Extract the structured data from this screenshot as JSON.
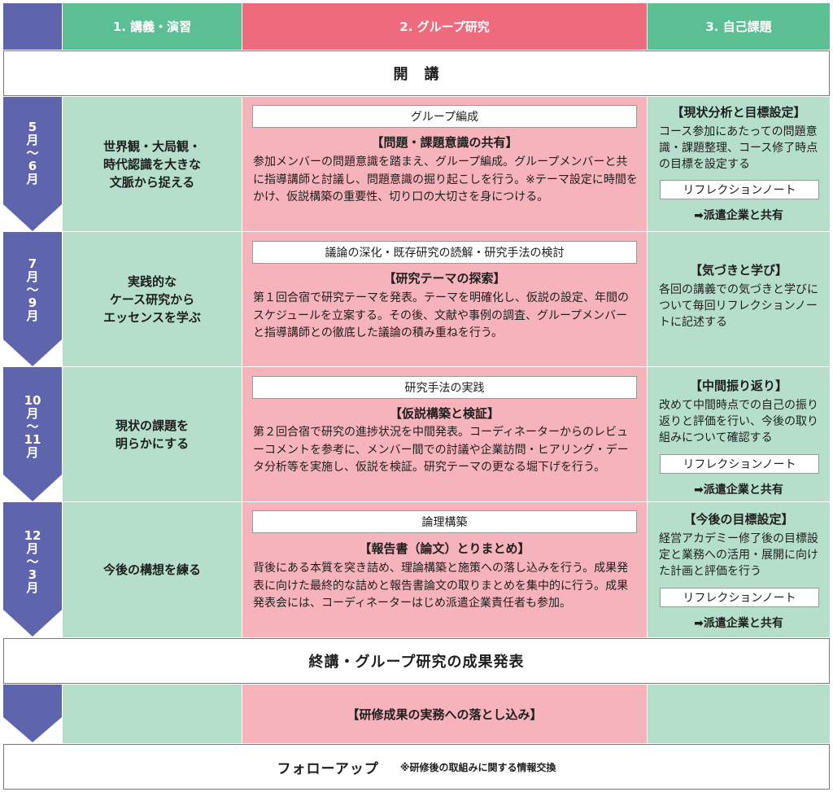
{
  "headers": {
    "col1": "1. 講義・演習",
    "col2": "2. グループ研究",
    "col3": "3. 自己課題"
  },
  "opening": "開　講",
  "closing": "終講・グループ研究の成果発表",
  "followup": {
    "title": "フォローアップ",
    "note": "※研修後の取組みに関する情報交換"
  },
  "reflection_label": "リフレクションノート",
  "share_label": "➡派遣企業と共有",
  "periods": [
    {
      "month": "5月〜6月",
      "month_lines": [
        "5",
        "月",
        "〜",
        "6",
        "月"
      ],
      "lecture": "世界観・大局観・\n時代認識を大きな\n文脈から捉える",
      "group_box": "グループ編成",
      "group_title": "【問題・課題意識の共有】",
      "group_text": "参加メンバーの問題意識を踏まえ、グループ編成。グループメンバーと共に指導講師と討議し、問題意識の掘り起こしを行う。※テーマ設定に時間をかけ、仮説構築の重要性、切り口の大切さを身につける。",
      "self_title": "【現状分析と目標設定】",
      "self_text": "コース参加にあたっての問題意識・課題整理、コース修了時点の目標を設定する"
    },
    {
      "month": "7月〜9月",
      "month_lines": [
        "7",
        "月",
        "〜",
        "9",
        "月"
      ],
      "lecture": "実践的な\nケース研究から\nエッセンスを学ぶ",
      "group_box": "議論の深化・既存研究の読解・研究手法の検討",
      "group_title": "【研究テーマの探索】",
      "group_text": "第１回合宿で研究テーマを発表。テーマを明確化し、仮説の設定、年間のスケジュールを立案する。その後、文献や事例の調査、グループメンバーと指導講師との徹底した議論の積み重ねを行う。",
      "self_title": "【気づきと学び】",
      "self_text": "各回の講義での気づきと学びについて毎回リフレクションノートに記述する"
    },
    {
      "month": "10月〜11月",
      "month_lines": [
        "10",
        "月",
        "〜",
        "11",
        "月"
      ],
      "lecture": "現状の課題を\n明らかにする",
      "group_box": "研究手法の実践",
      "group_title": "【仮説構築と検証】",
      "group_text": "第２回合宿で研究の進捗状況を中間発表。コーディネーターからのレビューコメントを参考に、メンバー間での討議や企業訪問・ヒアリング・データ分析等を実施し、仮説を検証。研究テーマの更なる堀下げを行う。",
      "self_title": "【中間振り返り】",
      "self_text": "改めて中間時点での自己の振り返りと評価を行い、今後の取り組みについて確認する"
    },
    {
      "month": "12月〜3月",
      "month_lines": [
        "12",
        "月",
        "〜",
        "3",
        "月"
      ],
      "lecture": "今後の構想を練る",
      "group_box": "論理構築",
      "group_title": "【報告書（論文）とりまとめ】",
      "group_text": "背後にある本質を突き詰め、理論構築と施策への落し込みを行う。成果発表に向けた最終的な詰めと報告書論文の取りまとめを集中的に行う。成果発表会には、コーディネーターはじめ派遣企業責任者も参加。",
      "self_title": "【今後の目標設定】",
      "self_text": "経営アカデミー修了後の目標設定と業務への活用・展開に向けた計画と評価を行う"
    }
  ],
  "post": {
    "group_title": "【研修成果の実務への落とし込み】"
  },
  "colors": {
    "header_green": "#5cbf94",
    "header_pink": "#ee6b7d",
    "arrow": "#5e65ad",
    "pale_green": "#b5dfca",
    "pale_pink": "#f6b3bb"
  }
}
